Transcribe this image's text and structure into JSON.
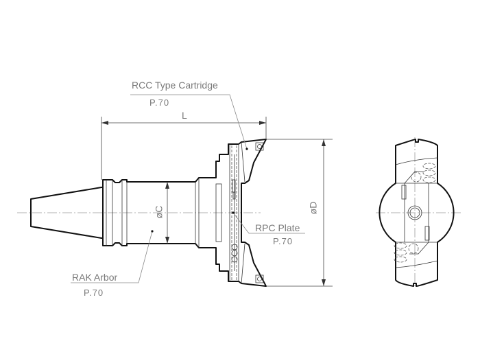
{
  "callouts": {
    "cartridge": {
      "label": "RCC Type Cartridge",
      "page": "P.70"
    },
    "plate": {
      "label": "RPC Plate",
      "page": "P.70"
    },
    "arbor": {
      "label": "RAK Arbor",
      "page": "P.70"
    }
  },
  "dimensions": {
    "length": "L",
    "diameter_d": "øD",
    "diameter_c": "øC"
  }
}
